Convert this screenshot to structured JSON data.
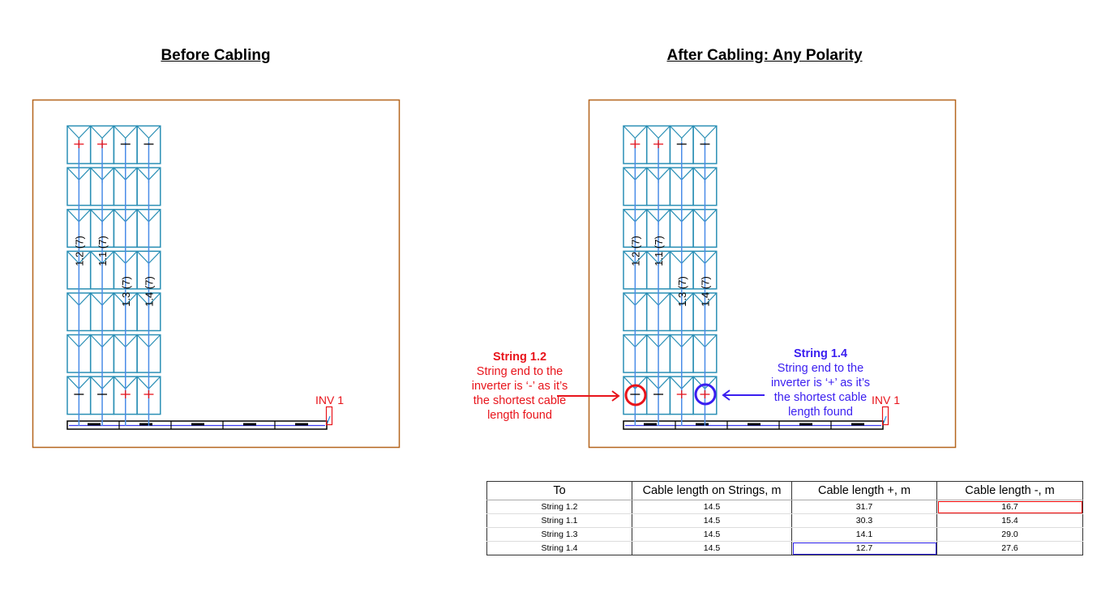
{
  "titles": {
    "before": "Before Cabling",
    "after": "After Cabling: Any Polarity"
  },
  "inverter_label": "INV 1",
  "strings": [
    {
      "label": "1.2 (7)",
      "top": "+",
      "bottom": "-"
    },
    {
      "label": "1.1 (7)",
      "top": "+",
      "bottom": "-"
    },
    {
      "label": "1.3 (7)",
      "top": "-",
      "bottom": "+"
    },
    {
      "label": "1.4 (7)",
      "top": "-",
      "bottom": "+"
    }
  ],
  "annotations": {
    "left": {
      "title": "String 1.2",
      "lines": [
        "String end to the",
        "inverter is ‘-’ as it’s",
        "the shortest cable",
        "length found"
      ],
      "color": "#e8141b"
    },
    "right": {
      "title": "String 1.4",
      "lines": [
        "String end to the",
        "inverter is ‘+’ as it’s",
        "the shortest cable",
        "length found"
      ],
      "color": "#3a1ef0"
    }
  },
  "table": {
    "headers": [
      "To",
      "Cable length on Strings, m",
      "Cable length +, m",
      "Cable length -, m"
    ],
    "rows": [
      [
        "String 1.2",
        "14.5",
        "31.7",
        "16.7"
      ],
      [
        "String 1.1",
        "14.5",
        "30.3",
        "15.4"
      ],
      [
        "String 1.3",
        "14.5",
        "14.1",
        "29.0"
      ],
      [
        "String 1.4",
        "14.5",
        "12.7",
        "27.6"
      ]
    ]
  },
  "colors": {
    "frame": "#b5651d",
    "module": "#2a8fb5",
    "wire": "#4a8ce8",
    "positive": "#e8141b",
    "negative": "#000000"
  }
}
